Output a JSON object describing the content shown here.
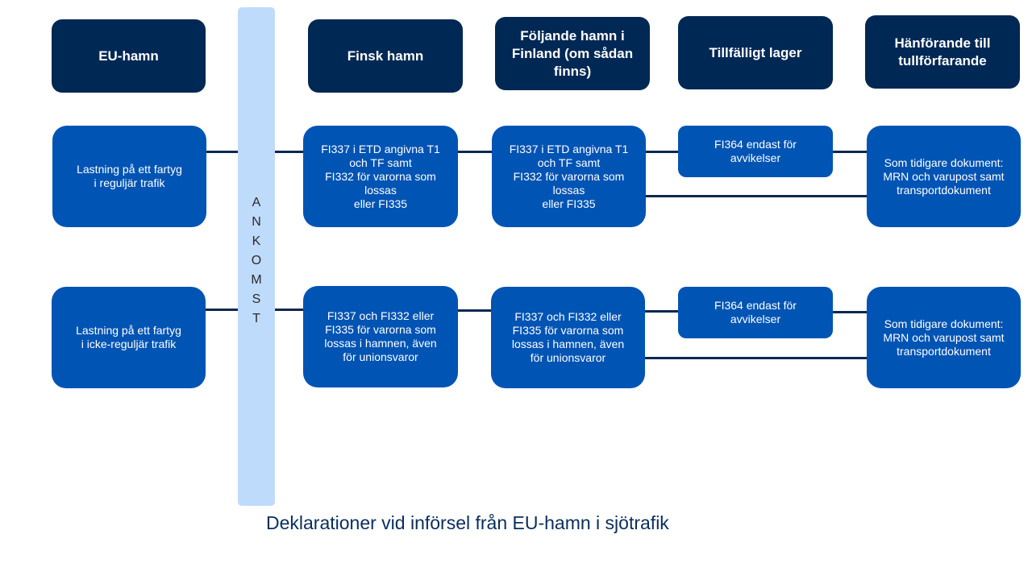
{
  "headers": {
    "eu_port": "EU-hamn",
    "finnish_port": "Finsk hamn",
    "next_port": "Följande hamn i\nFinland (om sådan\nfinns)",
    "temp_storage": "Tillfälligt lager",
    "customs_procedure": "Hänförande till\ntullförfarande"
  },
  "arrival_bar": {
    "letters": [
      "A",
      "N",
      "K",
      "O",
      "M",
      "S",
      "T"
    ]
  },
  "rows": [
    {
      "origin": "Lastning på ett fartyg\ni reguljär trafik",
      "finnish_port": "FI337 i ETD angivna T1\noch TF samt\nFI332 för varorna som\nlossas\neller FI335",
      "next_port": "FI337 i ETD angivna T1\noch TF samt\nFI332 för varorna som\nlossas\neller FI335",
      "temp_storage": "FI364 endast för\navvikelser",
      "customs_procedure": "Som tidigare dokument:\nMRN och varupost samt\ntransportdokument"
    },
    {
      "origin": "Lastning på ett fartyg\ni icke-reguljär trafik",
      "finnish_port": "FI337 och FI332 eller\nFI335 för varorna som\nlossas i hamnen, även\nför unionsvaror",
      "next_port": "FI337 och FI332 eller\nFI335 för varorna som\nlossas i hamnen, även\nför unionsvaror",
      "temp_storage": "FI364 endast för\navvikelser",
      "customs_procedure": "Som tidigare dokument:\nMRN och varupost samt\ntransportdokument"
    }
  ],
  "caption": "Deklarationer vid införsel från EU-hamn i sjötrafik",
  "colors": {
    "header": "#002855",
    "node": "#0054b4",
    "arrival_bar": "#bfdbfc",
    "connector": "#0a2850"
  }
}
